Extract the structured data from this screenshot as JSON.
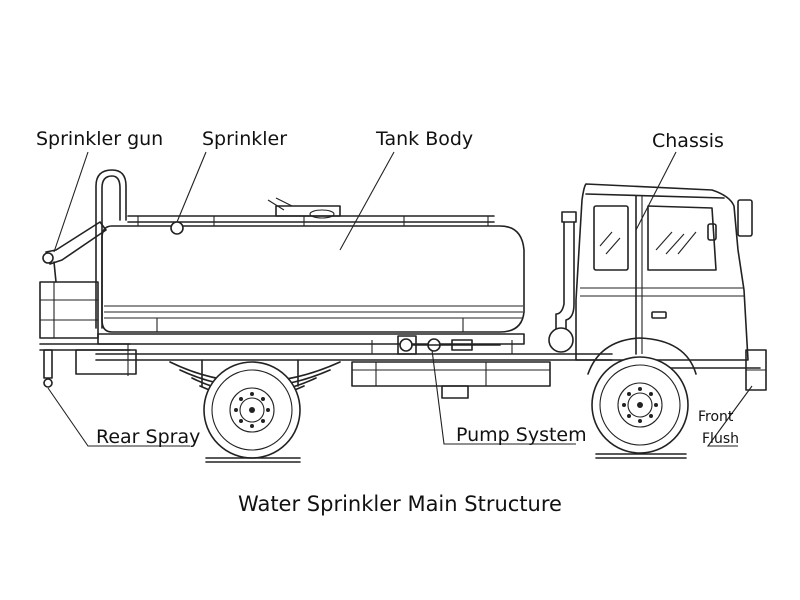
{
  "diagram": {
    "caption": "Water Sprinkler Main Structure",
    "labels": {
      "sprinkler_gun": "Sprinkler gun",
      "sprinkler": "Sprinkler",
      "tank_body": "Tank Body",
      "chassis": "Chassis",
      "rear_spray": "Rear Spray",
      "pump_system": "Pump System",
      "front": "Front",
      "flush": "Flush"
    },
    "colors": {
      "line": "#222222",
      "background": "#ffffff",
      "text": "#111111"
    }
  }
}
